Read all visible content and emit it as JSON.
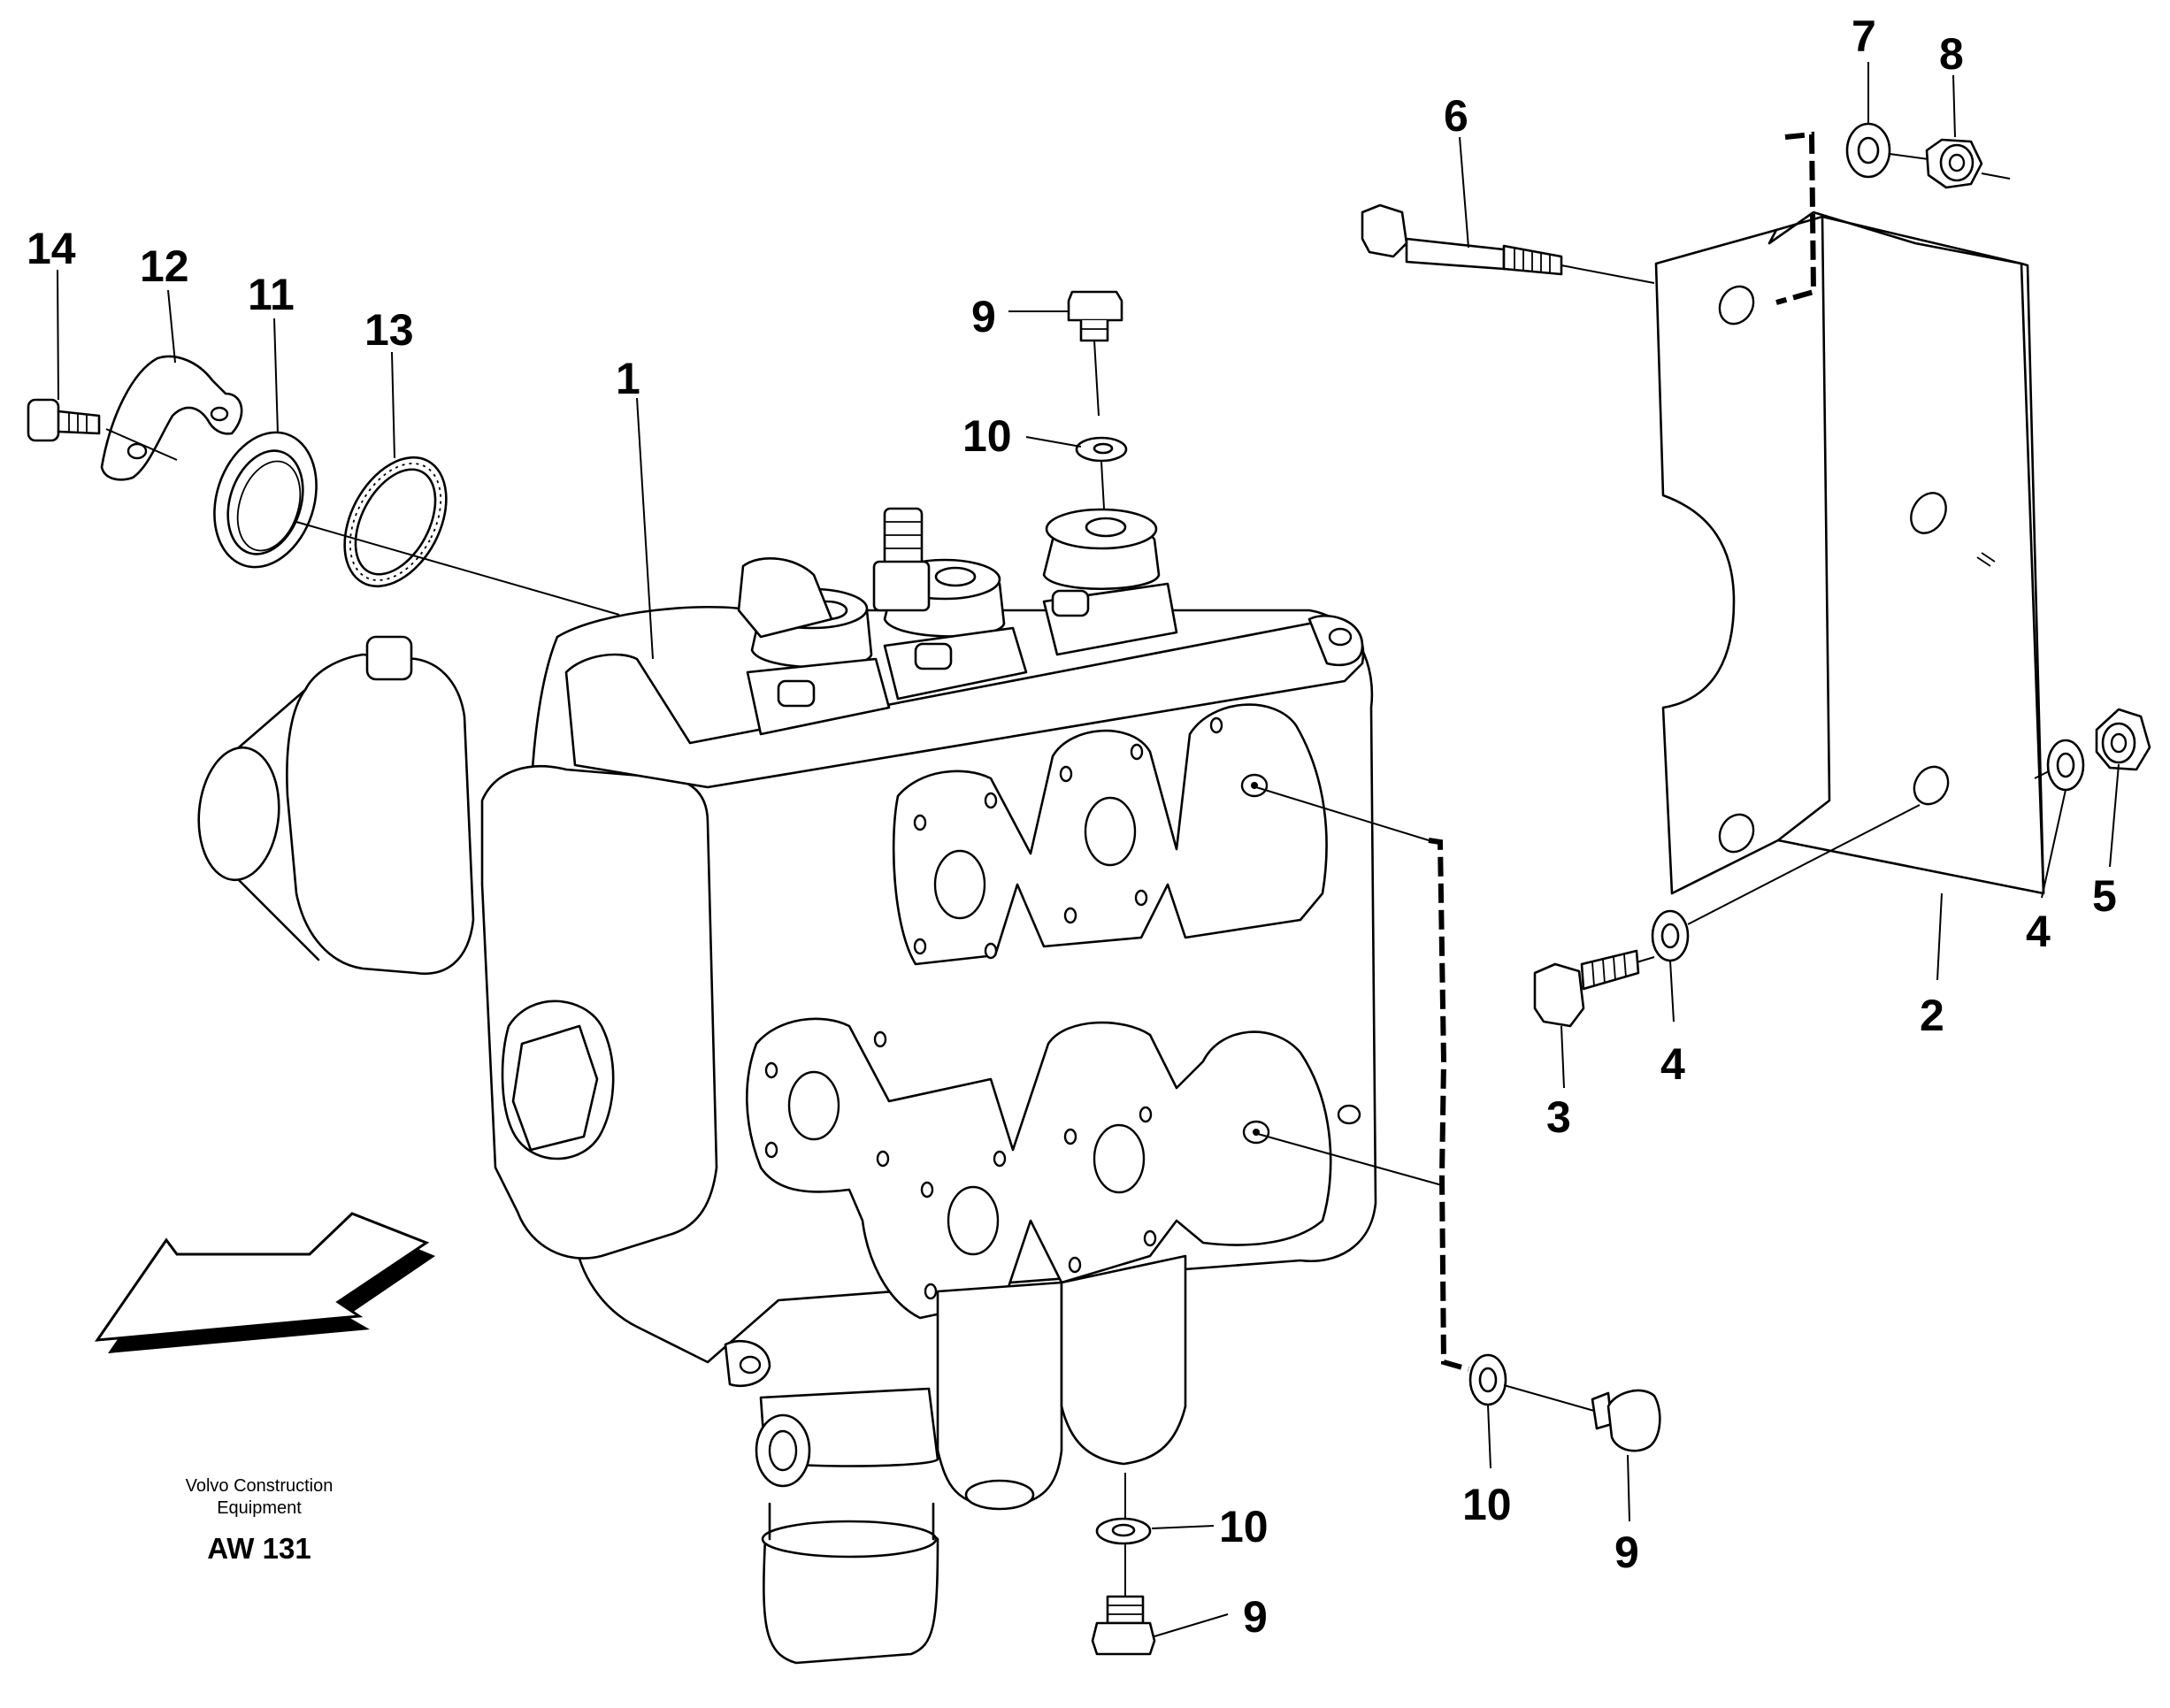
{
  "callouts": {
    "c1": "1",
    "c2": "2",
    "c3": "3",
    "c4a": "4",
    "c4b": "4",
    "c5": "5",
    "c6": "6",
    "c7": "7",
    "c8": "8",
    "c9a": "9",
    "c9b": "9",
    "c9c": "9",
    "c10a": "10",
    "c10b": "10",
    "c10c": "10",
    "c11": "11",
    "c12": "12",
    "c13": "13",
    "c14": "14"
  },
  "caption": {
    "line1": "Volvo Construction",
    "line2": "Equipment",
    "code": "AW 131"
  }
}
